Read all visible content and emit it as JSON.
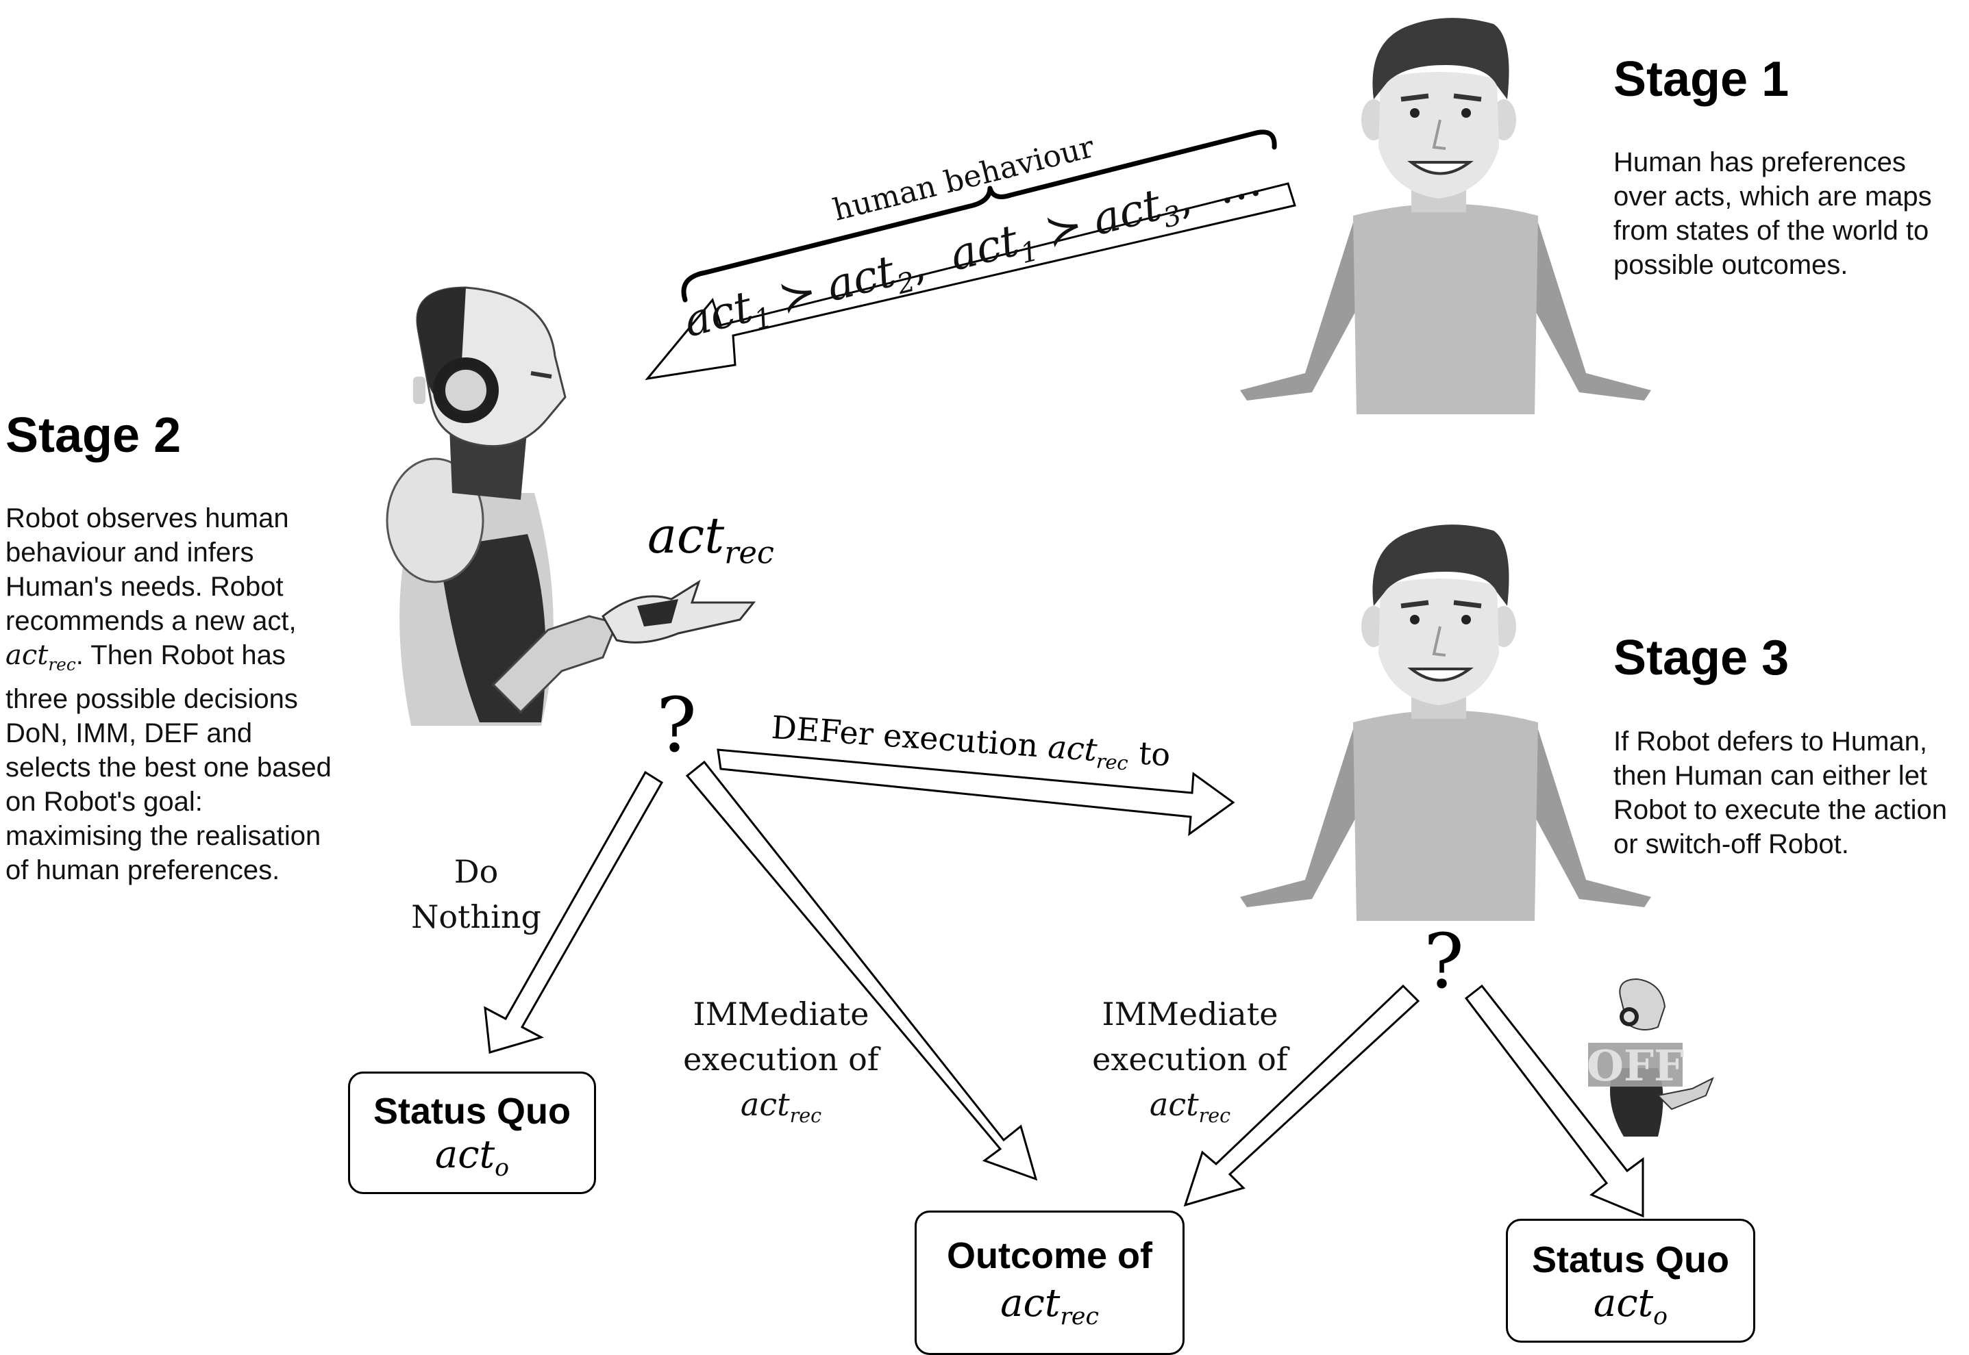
{
  "stage1": {
    "title": "Stage 1",
    "desc": "Human has  preferences over acts, which are maps from states of the world to possible outcomes."
  },
  "stage2": {
    "title": "Stage 2",
    "desc_line1": "Robot observes human",
    "desc_line2": "behaviour and infers",
    "desc_line3": "Human's needs. Robot",
    "desc_line4": "recommends a new act,",
    "desc_act": "act",
    "desc_act_sub": "rec",
    "desc_line5_rest": ". Then Robot has",
    "desc_line6": "three possible decisions",
    "desc_line7": "DoN, IMM, DEF and",
    "desc_line8": "selects the best one based",
    "desc_line9": "on Robot's goal:",
    "desc_line10": "maximising the realisation",
    "desc_line11": "of human preferences."
  },
  "stage3": {
    "title": "Stage 3",
    "desc": "If Robot defers to Human, then Human can either let Robot to execute the action or switch-off Robot."
  },
  "behaviour": {
    "brace_label": "human behaviour",
    "act": "act",
    "s1": "1",
    "s2": "2",
    "s3": "3",
    "succ": "≻",
    "comma": ",",
    "ellipsis": "…"
  },
  "robot_rec": {
    "act": "act",
    "sub": "rec"
  },
  "question_mark": "?",
  "defer_label": {
    "text": "DEFer execution",
    "act": "act",
    "sub": "rec",
    "to": "to"
  },
  "do_nothing": {
    "line1": "Do",
    "line2": "Nothing"
  },
  "imm_label": {
    "line1": "IMMediate",
    "line2": "execution of",
    "act": "act",
    "sub": "rec"
  },
  "off_badge": "OFF",
  "boxes": {
    "status_quo": {
      "title": "Status Quo",
      "act": "act",
      "sub": "o"
    },
    "outcome": {
      "title": "Outcome of",
      "act": "act",
      "sub": "rec"
    }
  },
  "colors": {
    "skin": "#e4e4e4",
    "hair": "#3a3a3a",
    "shirt": "#bcbcbc",
    "arm": "#9b9b9b",
    "robot_dark": "#2b2b2b",
    "robot_light": "#d9d9d9"
  },
  "icons": [
    "human-figure-icon",
    "robot-figure-icon",
    "off-robot-icon"
  ]
}
